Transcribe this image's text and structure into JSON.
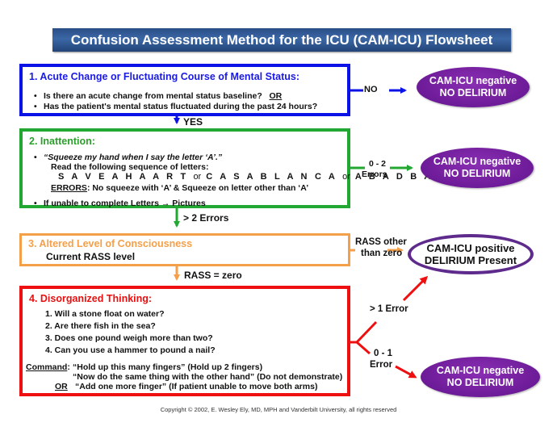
{
  "title": "Confusion Assessment Method for the ICU (CAM-ICU) Flowsheet",
  "steps": [
    {
      "header": "1. Acute Change or Fluctuating Course of Mental Status:",
      "color": "#0a12e6",
      "bullets": [
        {
          "text": "Is there an acute change from mental status baseline?",
          "suffix": "OR"
        },
        {
          "text": "Has the patient's mental status fluctuated during the past 24 hours?"
        }
      ]
    },
    {
      "header": "2. Inattention:",
      "color": "#22a832",
      "instruction_quote": "“Squeeze my hand when I say the letter ‘A’.”",
      "instruction_line2": "Read the following sequence of letters:",
      "sequences": [
        "S A V E A H A A R T",
        "C A S A B L A N C A",
        "A B A D B A D A A Y"
      ],
      "or_word": "or",
      "errors_label": "ERRORS",
      "errors_text": ": No squeeze with ‘A’ & Squeeze on letter other than ‘A’",
      "fallback": "If unable to complete Letters → Pictures"
    },
    {
      "header": "3. Altered Level of Consciousness",
      "color": "#f4a04a",
      "subtext": "Current RASS level"
    },
    {
      "header": "4. Disorganized Thinking:",
      "color": "#ee1010",
      "questions": [
        "1. Will a stone float on water?",
        "2. Are there fish in the sea?",
        "3. Does one pound weigh more than two?",
        "4. Can you use a hammer to pound a nail?"
      ],
      "command_label": "Command",
      "command_lines": [
        "“Hold up this many fingers” (Hold up 2 fingers)",
        "“Now do the same thing with the other hand” (Do not demonstrate)"
      ],
      "or_label": "OR",
      "or_line": "“Add one more finger” (If patient unable to move both arms)"
    }
  ],
  "transitions": {
    "step1_no": "NO",
    "step1_yes": "YES",
    "step2_pass_line1": "0 - 2",
    "step2_pass_line2": "Errors",
    "step2_fail": "> 2 Errors",
    "step3_fail_line1": "RASS other",
    "step3_fail_line2": "than zero",
    "step3_pass": "RASS = zero",
    "step4_fail": "> 1 Error",
    "step4_pass_line1": "0 - 1",
    "step4_pass_line2": "Error"
  },
  "outcomes": {
    "negative_line1": "CAM-ICU negative",
    "negative_line2": "NO DELIRIUM",
    "positive_line1": "CAM-ICU positive",
    "positive_line2": "DELIRIUM Present"
  },
  "colors": {
    "negative_oval": "#6d1b98",
    "positive_border": "#5e2a8c",
    "title_bar": "#2f5a96"
  },
  "copyright": "Copyright © 2002, E. Wesley Ely, MD, MPH and Vanderbilt University, all rights reserved"
}
